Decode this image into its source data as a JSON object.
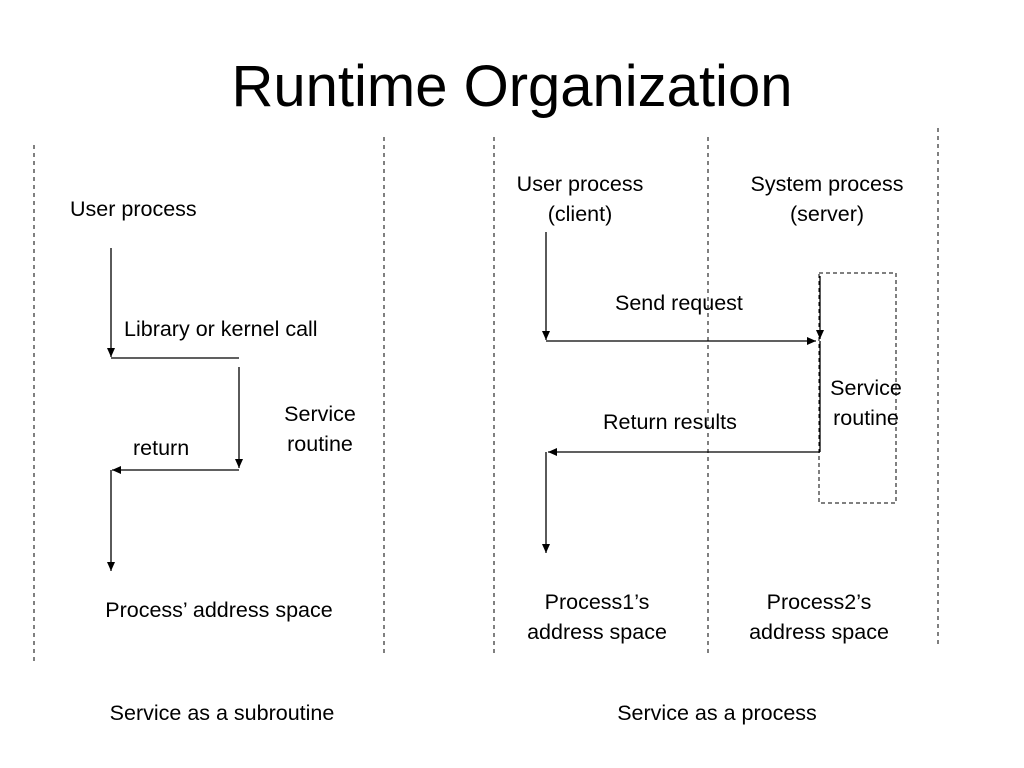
{
  "title": "Runtime Organization",
  "left_panel": {
    "user_process": "User process",
    "call": "Library or kernel call",
    "service_routine_line1": "Service",
    "service_routine_line2": "routine",
    "return": "return",
    "address_space": "Process’ address space",
    "caption": "Service as a subroutine"
  },
  "right_panel": {
    "client_line1": "User process",
    "client_line2": "(client)",
    "server_line1": "System process",
    "server_line2": "(server)",
    "send_request": "Send request",
    "return_results": "Return results",
    "service_routine_line1": "Service",
    "service_routine_line2": "routine",
    "process1_line1": "Process1’s",
    "process1_line2": "address space",
    "process2_line1": "Process2’s",
    "process2_line2": "address space",
    "caption": "Service as a process"
  }
}
